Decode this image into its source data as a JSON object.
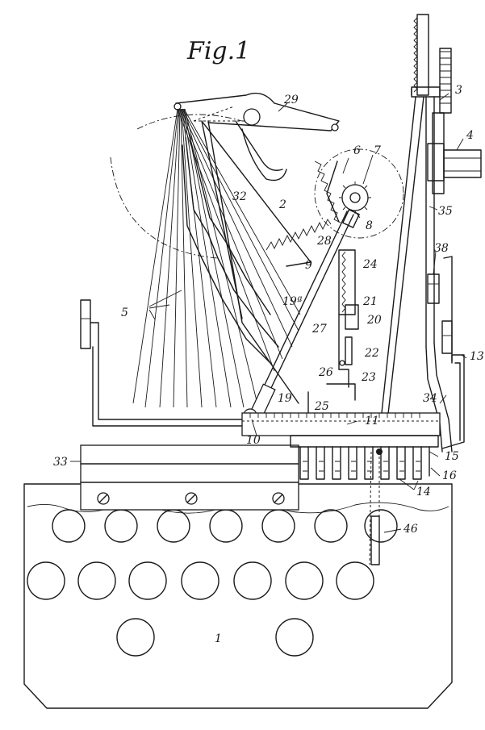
{
  "figure": {
    "title": "Fig.1"
  },
  "labels": {
    "n1": "1",
    "n2": "2",
    "n3": "3",
    "n4": "4",
    "n5": "5",
    "n6": "6",
    "n7": "7",
    "n8": "8",
    "n9": "9",
    "n10": "10",
    "n11": "11",
    "n13": "13",
    "n14": "14",
    "n15": "15",
    "n16": "16",
    "n19": "19",
    "n19a": "19ª",
    "n20": "20",
    "n21": "21",
    "n22": "22",
    "n23": "23",
    "n24": "24",
    "n25": "25",
    "n26": "26",
    "n27": "27",
    "n28": "28",
    "n29": "29",
    "n32": "32",
    "n33": "33",
    "n34": "34",
    "n35": "35",
    "n38": "38",
    "n46": "46"
  },
  "colors": {
    "ink": "#1a1a1a",
    "paper": "#ffffff"
  }
}
